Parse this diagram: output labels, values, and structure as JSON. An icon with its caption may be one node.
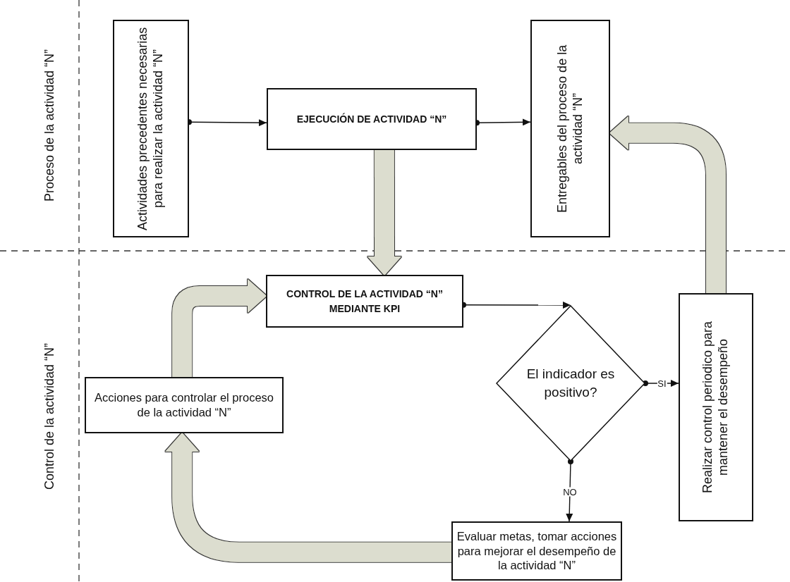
{
  "diagram": {
    "nodes": [
      {
        "text": [
          "Actividades precedentes necesarias para realizar la actividad “N”"
        ]
      },
      {
        "text": [
          "EJECUCIÓN DE ACTIVIDAD “N”"
        ]
      },
      {
        "text": [
          "Entregables del proceso de la actividad “N”"
        ]
      },
      {
        "text": [
          "CONTROL DE LA ACTIVIDAD “N” MEDIANTE KPI"
        ]
      },
      {
        "text": [
          "El indicador es positivo?"
        ]
      },
      {
        "text": [
          "Realizar control periodico para mantener el desempeño"
        ]
      },
      {
        "text": [
          "Acciones para controlar el proceso de la actividad “N”"
        ]
      },
      {
        "text": [
          "Evaluar metas, tomar acciones para mejorar el desempeño de la actividad “N”"
        ]
      }
    ],
    "edges": [
      {
        "from": 0,
        "to": 1,
        "arrow": "to"
      },
      {
        "from": 1,
        "to": 2,
        "arrow": "to"
      },
      {
        "from": 1,
        "to": 3,
        "arrow": "to",
        "style": "thick",
        "color": "#dcddcf"
      },
      {
        "from": 3,
        "to": 4,
        "arrow": "to"
      },
      {
        "from": 4,
        "to": 5,
        "arrow": "to",
        "label": "SI"
      },
      {
        "from": 4,
        "to": 7,
        "arrow": "to",
        "label": "NO"
      },
      {
        "from": 5,
        "to": 2,
        "arrow": "to",
        "style": "thick",
        "color": "#dcddcf"
      },
      {
        "from": 7,
        "to": 6,
        "arrow": "to",
        "style": "thick",
        "color": "#dcddcf"
      },
      {
        "from": 6,
        "to": 3,
        "arrow": "to",
        "style": "thick",
        "color": "#dcddcf"
      }
    ],
    "labels": [
      "Proceso de la actividad “N”",
      "Control de la actividad “N”"
    ]
  }
}
